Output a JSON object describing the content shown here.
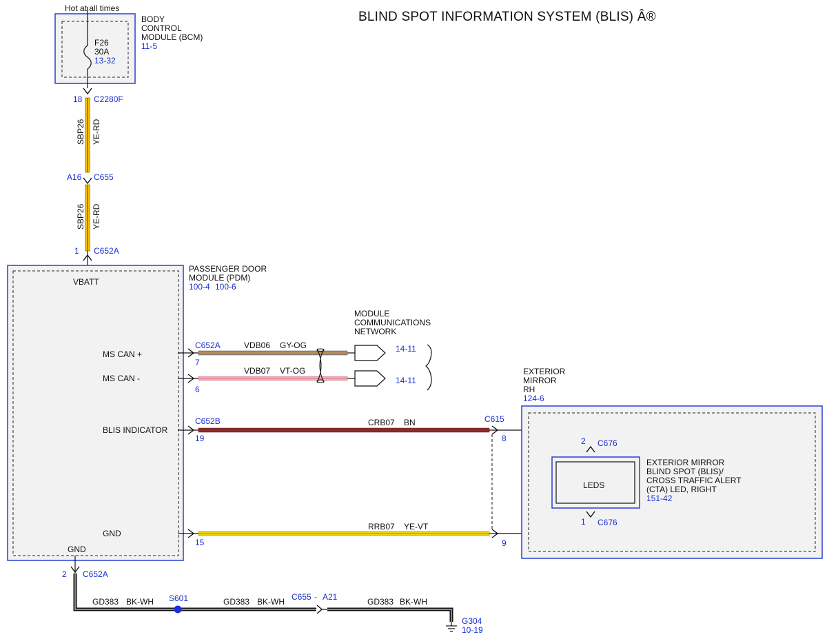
{
  "title": "BLIND SPOT INFORMATION SYSTEM (BLIS) Â®",
  "hot_label": "Hot at all times",
  "bcm": {
    "l1": "BODY",
    "l2": "CONTROL",
    "l3": "MODULE (BCM)",
    "ref": "11-5"
  },
  "fuse": {
    "name": "F26",
    "rating": "30A",
    "ref": "13-32"
  },
  "conn_c2280f": {
    "pin": "18",
    "name": "C2280F"
  },
  "wire_sbp26_upper": {
    "circuit": "SBP26",
    "color": "YE-RD"
  },
  "conn_c655": {
    "pin": "A16",
    "name": "C655"
  },
  "wire_sbp26_lower": {
    "circuit": "SBP26",
    "color": "YE-RD"
  },
  "conn_c652a_top": {
    "pin": "1",
    "name": "C652A"
  },
  "pdm": {
    "l1": "PASSENGER DOOR",
    "l2": "MODULE (PDM)",
    "ref1": "100-4",
    "ref2": "100-6"
  },
  "pdm_pins": {
    "vbatt": "VBATT",
    "ms_can_plus": "MS CAN +",
    "ms_can_minus": "MS CAN -",
    "blis_indicator": "BLIS INDICATOR",
    "gnd_right": "GND",
    "gnd_bottom": "GND"
  },
  "mcn": {
    "l1": "MODULE",
    "l2": "COMMUNICATIONS",
    "l3": "NETWORK"
  },
  "can_plus": {
    "connector": "C652A",
    "pin": "7",
    "circuit": "VDB06",
    "color": "GY-OG",
    "ref": "14-11"
  },
  "can_minus": {
    "pin": "6",
    "circuit": "VDB07",
    "color": "VT-OG",
    "ref": "14-11"
  },
  "blis_wire": {
    "connector": "C652B",
    "pin": "19",
    "circuit": "CRB07",
    "color": "BN",
    "far_connector": "C615",
    "far_pin": "8"
  },
  "gnd_wire": {
    "pin": "15",
    "circuit": "RRB07",
    "color": "YE-VT",
    "far_pin": "9"
  },
  "mirror": {
    "l1": "EXTERIOR",
    "l2": "MIRROR",
    "l3": "RH",
    "ref": "124-6"
  },
  "c676_top": {
    "pin": "2",
    "name": "C676"
  },
  "c676_bottom": {
    "pin": "1",
    "name": "C676"
  },
  "leds": {
    "label": "LEDS",
    "d1": "EXTERIOR MIRROR",
    "d2": "BLIND SPOT (BLIS)/",
    "d3": "CROSS TRAFFIC ALERT",
    "d4": "(CTA) LED, RIGHT",
    "ref": "151-42"
  },
  "conn_c652a_bottom": {
    "pin": "2",
    "name": "C652A"
  },
  "ground_seg1": {
    "circuit": "GD383",
    "color": "BK-WH"
  },
  "splice": {
    "name": "S601"
  },
  "ground_seg2": {
    "circuit": "GD383",
    "color": "BK-WH"
  },
  "conn_c655_a21": {
    "name": "C655",
    "sep": "-",
    "pin": "A21"
  },
  "ground_seg3": {
    "circuit": "GD383",
    "color": "BK-WH"
  },
  "g304": {
    "name": "G304",
    "ref": "10-19"
  },
  "colors": {
    "module_outline": "#2a3fd6",
    "module_fill": "#f2f2f2",
    "ye_rd": "#f5c400",
    "ye_rd_stripe": "#d81e1e",
    "gy_og": "#8c8c8c",
    "gy_og_stripe": "#e8891f",
    "vt_og": "#e9b2c6",
    "vt_og_stripe": "#f07a7a",
    "bn": "#8c2b2b",
    "ye_vt": "#eed400",
    "ye_vt_stripe": "#b06ac0",
    "bk_wh": "#111111",
    "ref_text": "#1a2fd0"
  }
}
